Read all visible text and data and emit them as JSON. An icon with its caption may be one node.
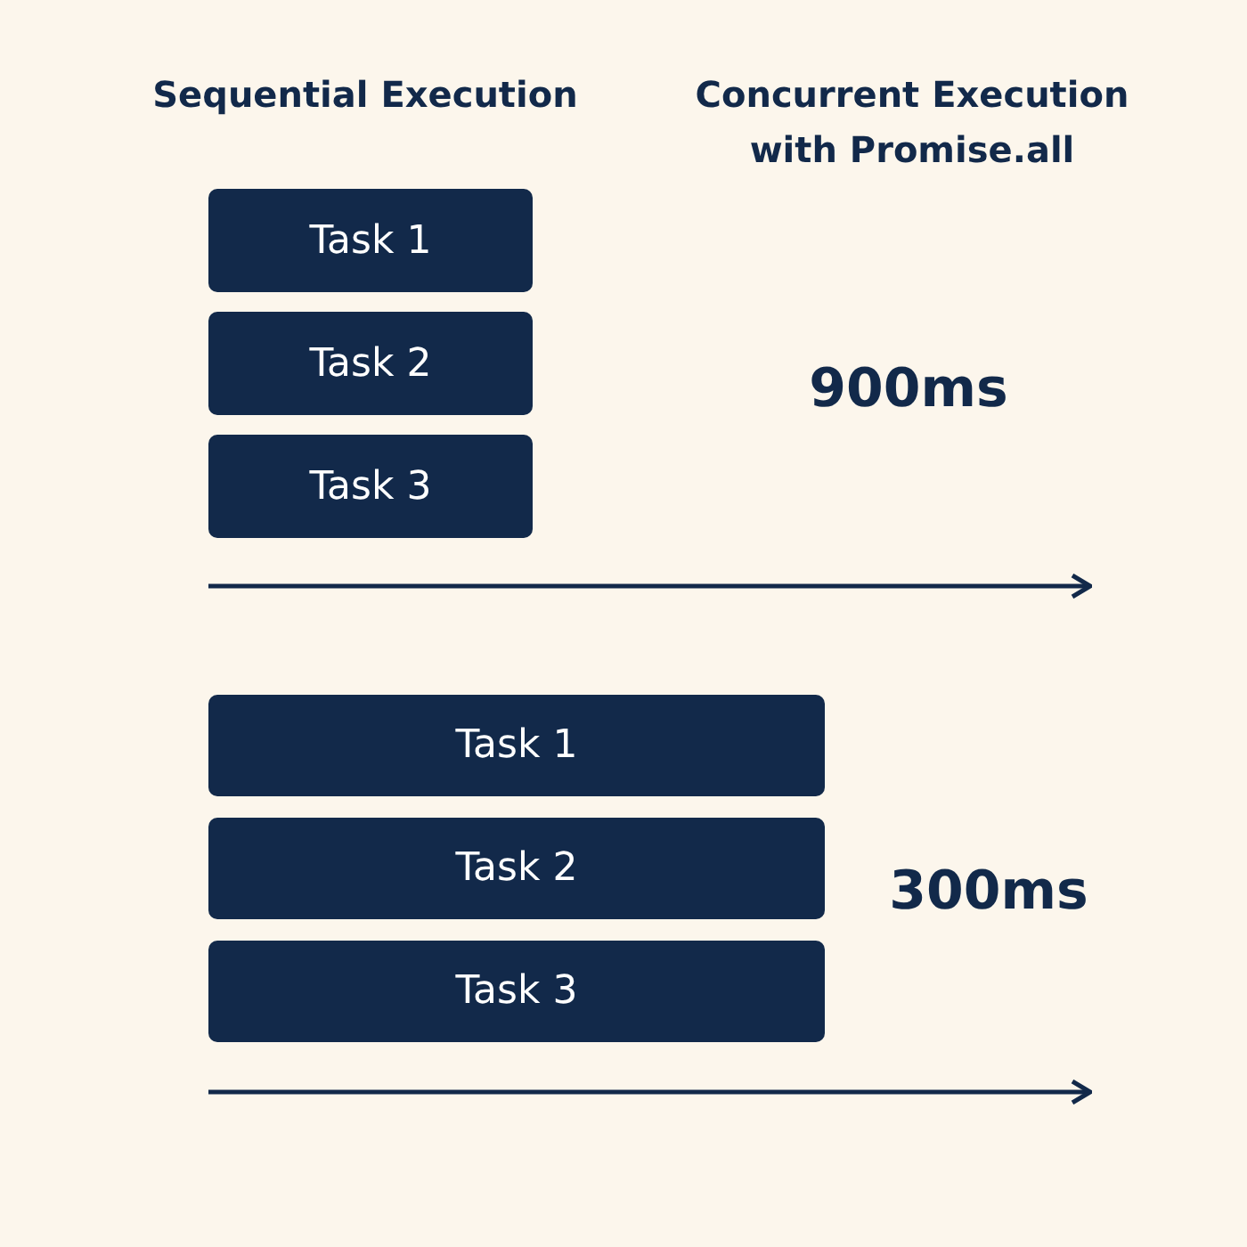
{
  "diagram": {
    "nodes": [
      {
        "text": [
          "Task 1"
        ]
      },
      {
        "text": [
          "Task 2"
        ]
      },
      {
        "text": [
          "Task 3"
        ]
      },
      {
        "text": [
          "Task 1"
        ]
      },
      {
        "text": [
          "Task 2"
        ]
      },
      {
        "text": [
          "Task 3"
        ]
      }
    ],
    "labels": [
      "Sequential Execution",
      "Concurrent Execution with Promise.all",
      "900ms",
      "300ms"
    ]
  }
}
